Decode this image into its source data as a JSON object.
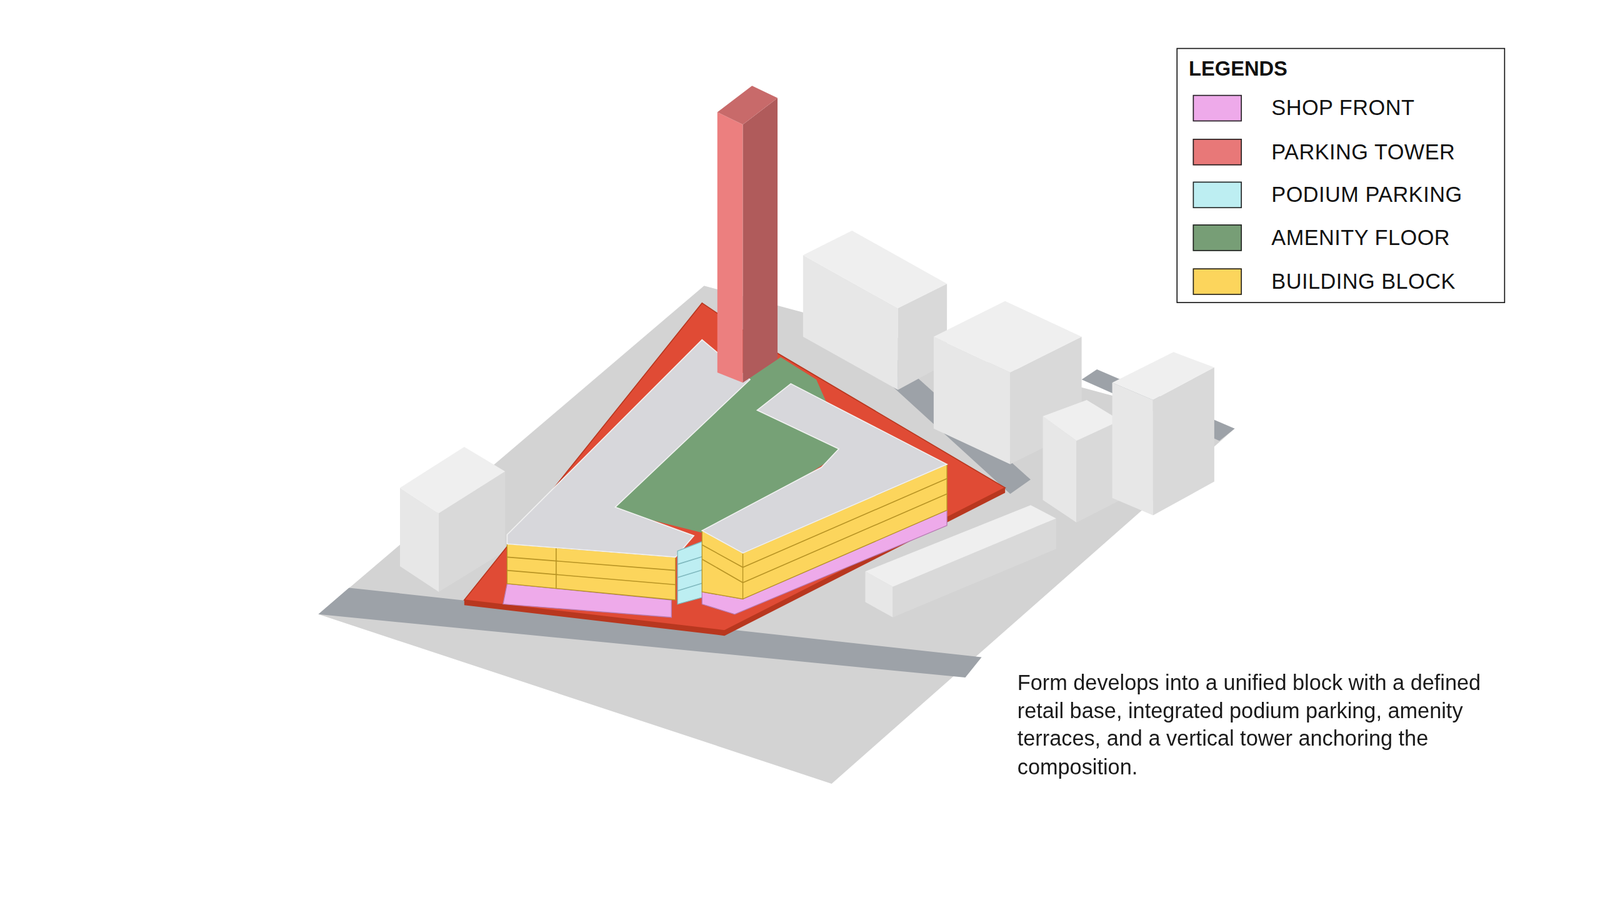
{
  "diagram": {
    "caption": "Form develops into a unified block with a defined retail base, integrated podium parking, amenity terraces, and a vertical tower anchoring the composition.",
    "nodes": [
      {
        "text": [
          "LEGENDS"
        ]
      }
    ],
    "legend": [
      {
        "text": "SHOP FRONT",
        "color": "#eeaaea"
      },
      {
        "text": "PARKING TOWER",
        "color": "#e87878"
      },
      {
        "text": "PODIUM PARKING",
        "color": "#bdeef2"
      },
      {
        "text": "AMENITY FLOOR",
        "color": "#779e76"
      },
      {
        "text": "BUILDING BLOCK",
        "color": "#fcd55c"
      }
    ]
  }
}
